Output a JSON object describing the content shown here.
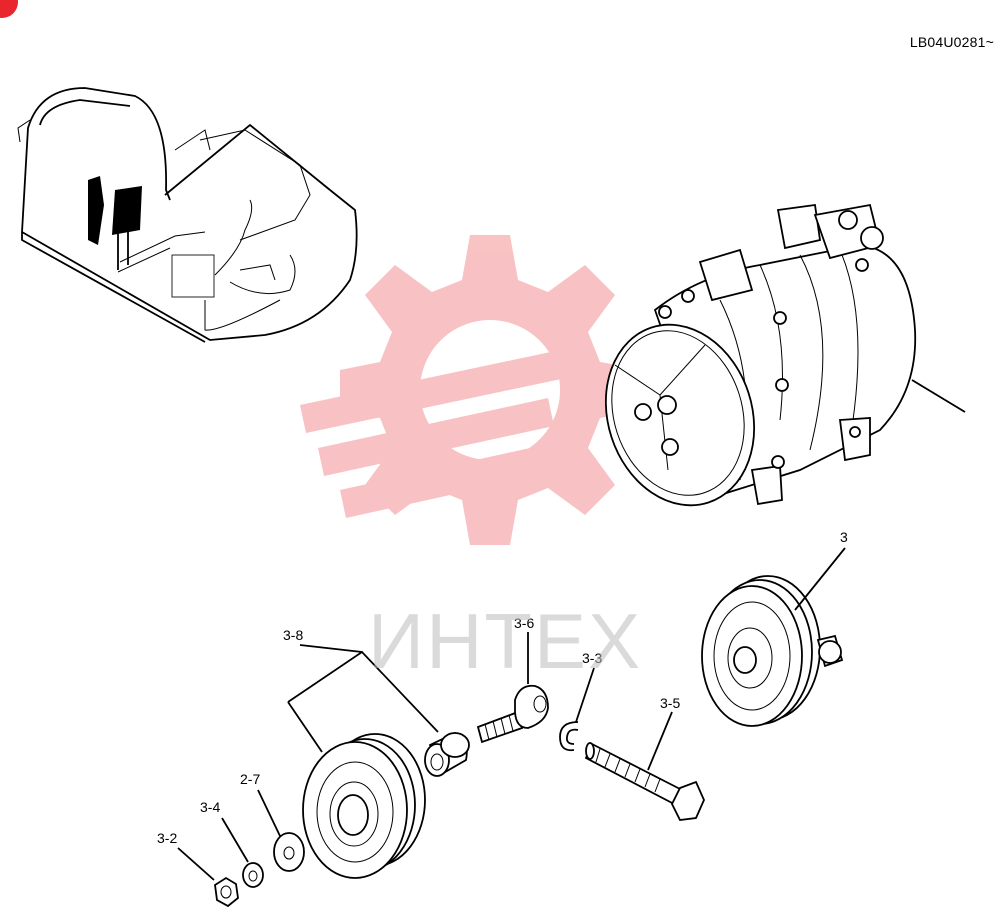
{
  "header": {
    "serial_range": "LB04U0281~"
  },
  "watermark": {
    "text": "ИНТЕХ",
    "color": "#e8262c"
  },
  "callouts": [
    {
      "id": "3",
      "label": "3"
    },
    {
      "id": "3-8",
      "label": "3-8"
    },
    {
      "id": "3-6",
      "label": "3-6"
    },
    {
      "id": "3-3",
      "label": "3-3"
    },
    {
      "id": "3-5",
      "label": "3-5"
    },
    {
      "id": "2-7",
      "label": "2-7"
    },
    {
      "id": "3-4",
      "label": "3-4"
    },
    {
      "id": "3-2",
      "label": "3-2"
    }
  ],
  "icons": [
    "excavator-overview-icon",
    "compressor-icon",
    "pulley-icon",
    "bolt-icon",
    "washer-icon",
    "nut-icon",
    "snap-ring-icon",
    "bushing-icon"
  ]
}
